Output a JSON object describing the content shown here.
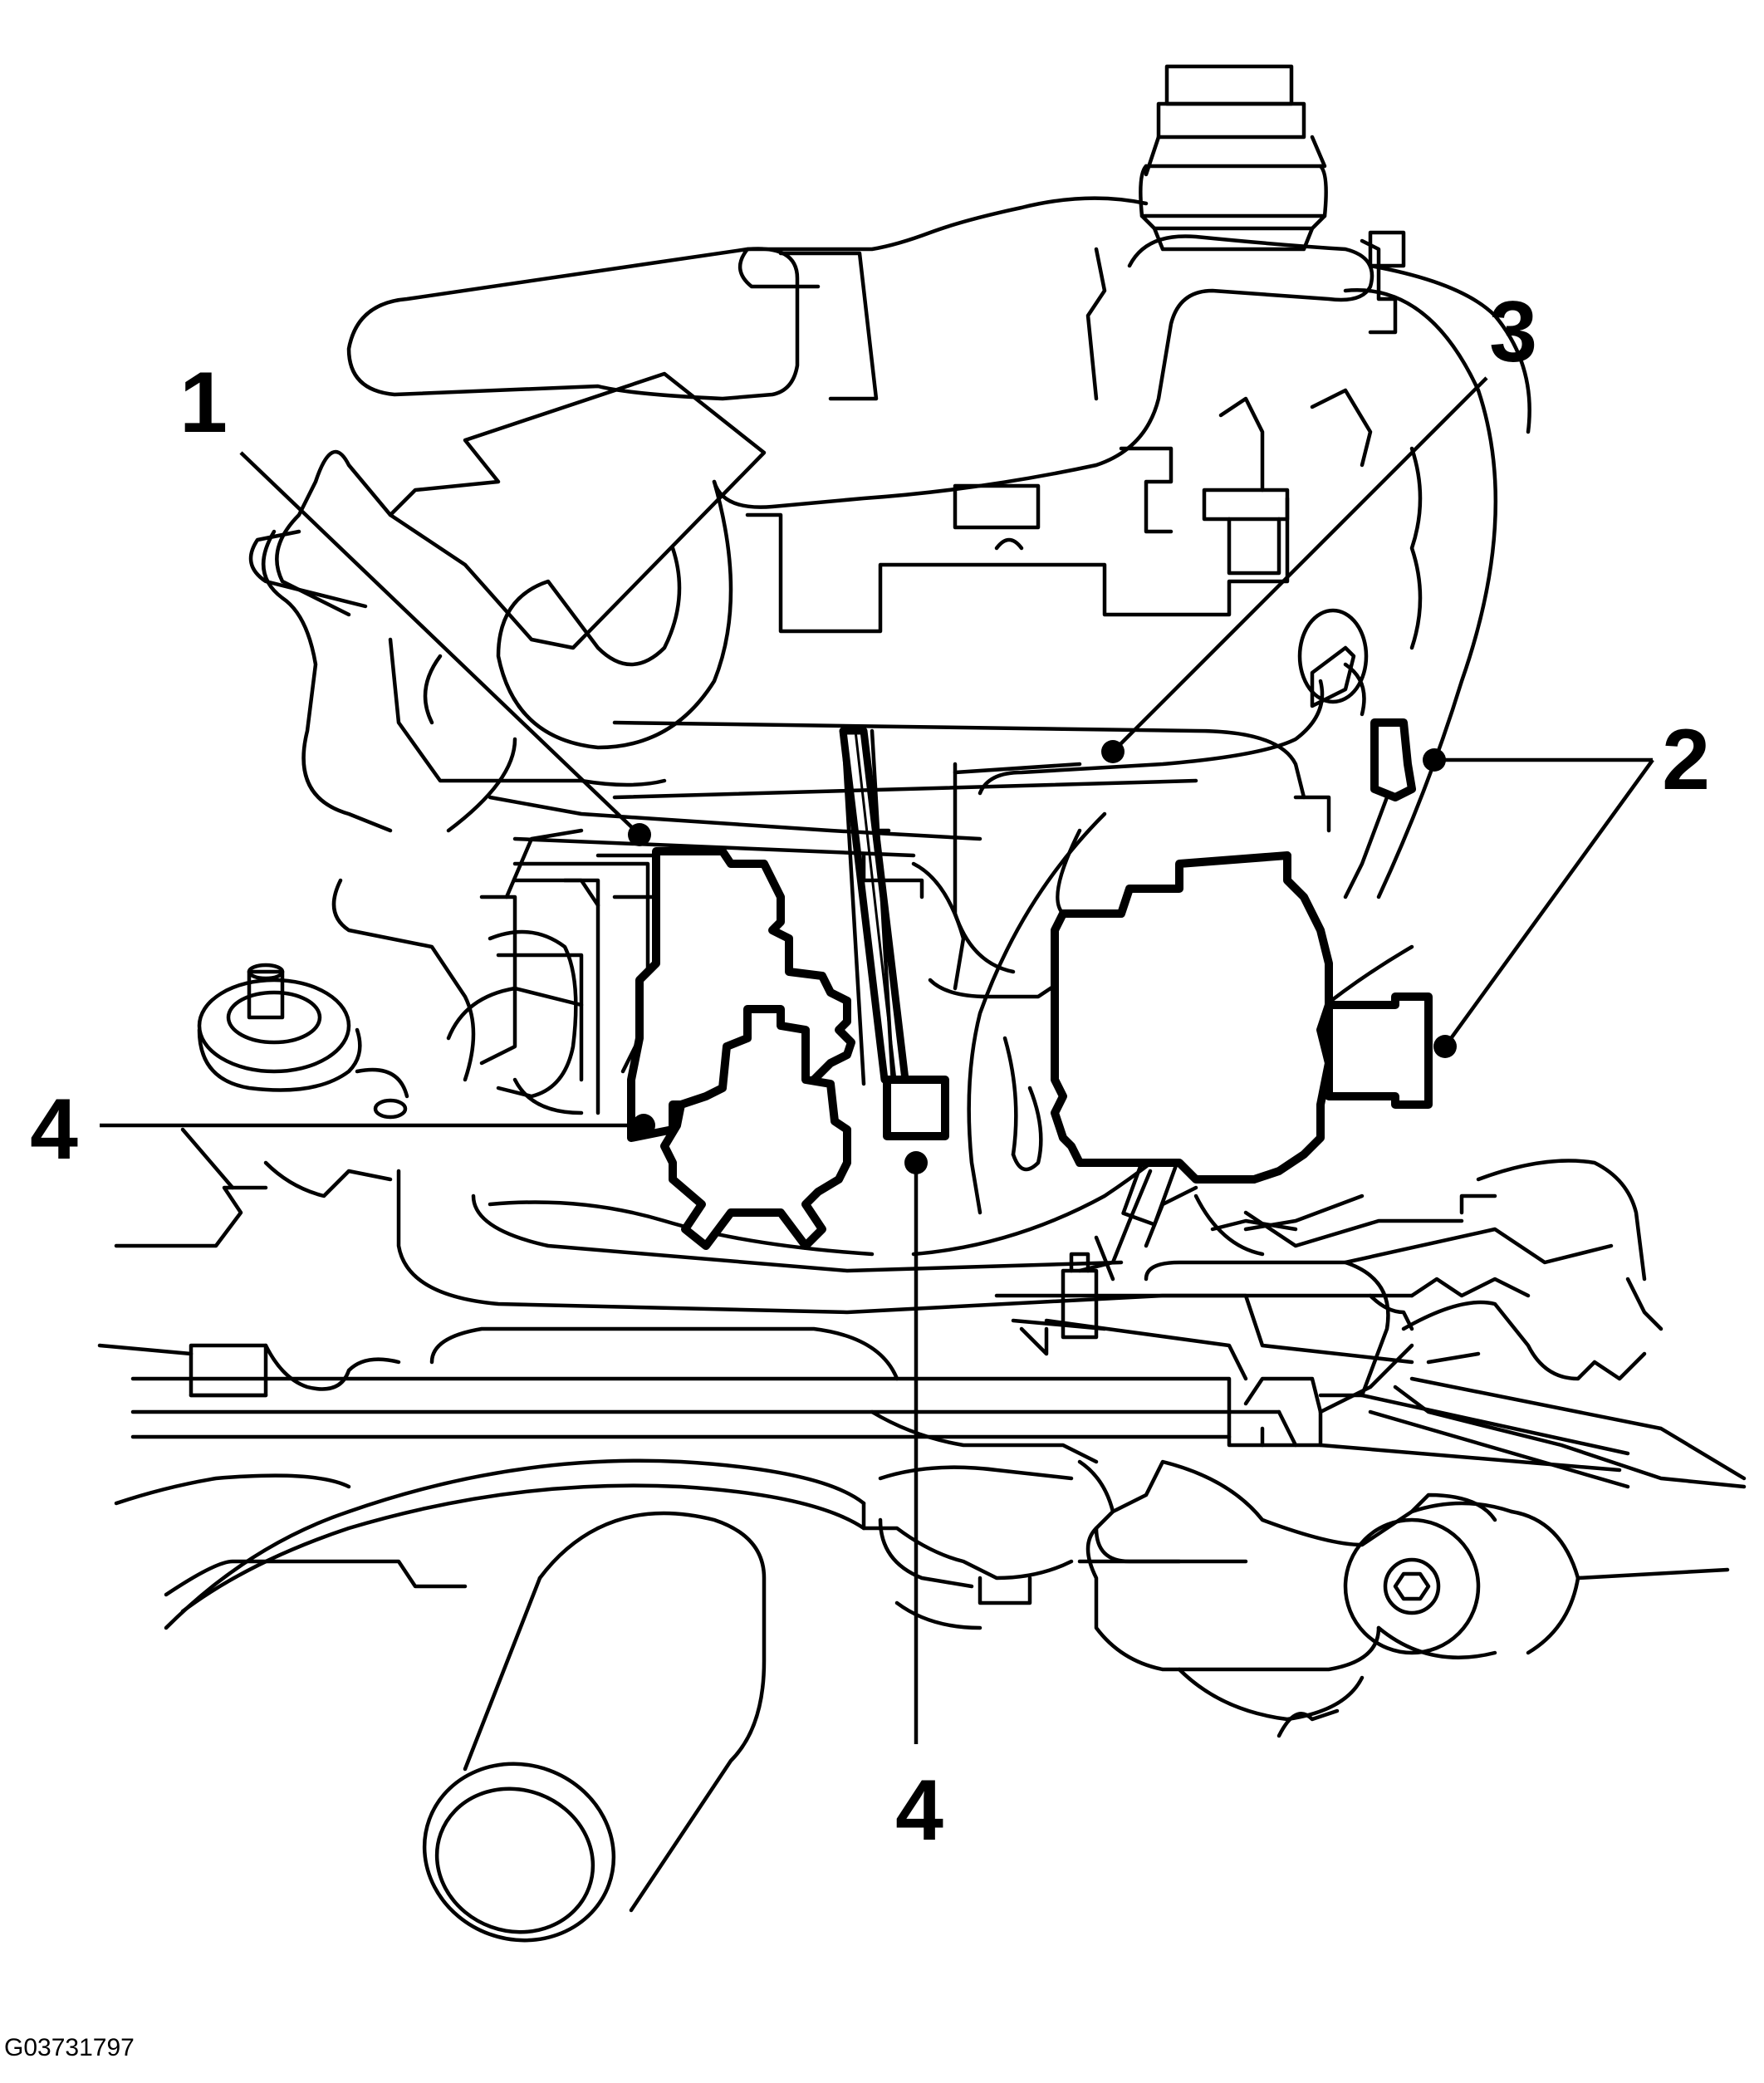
{
  "figure_id": "G03731797",
  "callouts": [
    {
      "id": "c1",
      "label": "1"
    },
    {
      "id": "c2",
      "label": "2"
    },
    {
      "id": "c3",
      "label": "3"
    },
    {
      "id": "c4a",
      "label": "4"
    },
    {
      "id": "c4b",
      "label": "4"
    }
  ],
  "colors": {
    "line": "#000000",
    "background": "#ffffff"
  }
}
